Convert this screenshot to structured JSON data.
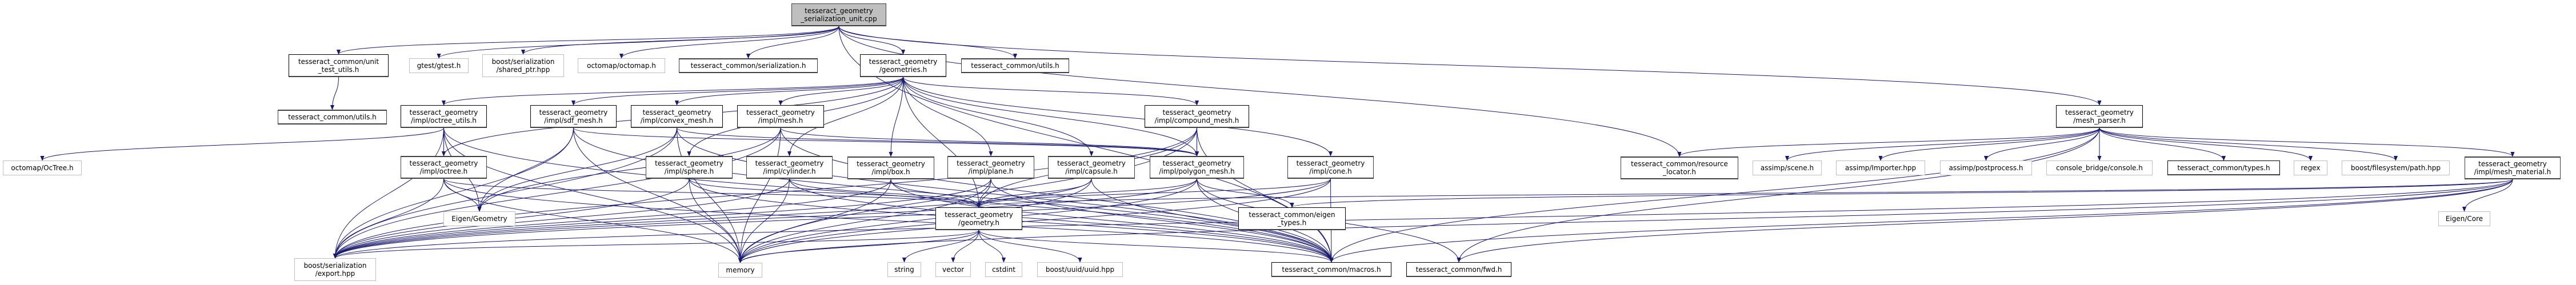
{
  "graph": {
    "edge_color": "#191970",
    "root_fill": "#bfbfbf",
    "nodes": [
      {
        "id": "root",
        "lines": [
          "tesseract_geometry",
          "_serialization_unit.cpp"
        ],
        "kind": "root"
      },
      {
        "id": "unit_test_utils",
        "lines": [
          "tesseract_common/unit",
          "_test_utils.h"
        ],
        "kind": "documented"
      },
      {
        "id": "gtest",
        "lines": [
          "gtest/gtest.h"
        ],
        "kind": "external"
      },
      {
        "id": "shared_ptr",
        "lines": [
          "boost/serialization",
          "/shared_ptr.hpp"
        ],
        "kind": "external"
      },
      {
        "id": "octomap",
        "lines": [
          "octomap/octomap.h"
        ],
        "kind": "external"
      },
      {
        "id": "serialization",
        "lines": [
          "tesseract_common/serialization.h"
        ],
        "kind": "truncated"
      },
      {
        "id": "geometries",
        "lines": [
          "tesseract_geometry",
          "/geometries.h"
        ],
        "kind": "documented"
      },
      {
        "id": "utils2",
        "lines": [
          "tesseract_common/utils.h"
        ],
        "kind": "truncated"
      },
      {
        "id": "utils1",
        "lines": [
          "tesseract_common/utils.h"
        ],
        "kind": "truncated"
      },
      {
        "id": "octree_utils",
        "lines": [
          "tesseract_geometry",
          "/impl/octree_utils.h"
        ],
        "kind": "documented"
      },
      {
        "id": "sdf_mesh",
        "lines": [
          "tesseract_geometry",
          "/impl/sdf_mesh.h"
        ],
        "kind": "documented"
      },
      {
        "id": "convex_mesh",
        "lines": [
          "tesseract_geometry",
          "/impl/convex_mesh.h"
        ],
        "kind": "documented"
      },
      {
        "id": "mesh",
        "lines": [
          "tesseract_geometry",
          "/impl/mesh.h"
        ],
        "kind": "documented"
      },
      {
        "id": "compound_mesh",
        "lines": [
          "tesseract_geometry",
          "/impl/compound_mesh.h"
        ],
        "kind": "documented"
      },
      {
        "id": "mesh_parser",
        "lines": [
          "tesseract_geometry",
          "/mesh_parser.h"
        ],
        "kind": "documented"
      },
      {
        "id": "OcTree",
        "lines": [
          "octomap/OcTree.h"
        ],
        "kind": "external"
      },
      {
        "id": "octree",
        "lines": [
          "tesseract_geometry",
          "/impl/octree.h"
        ],
        "kind": "truncated"
      },
      {
        "id": "sphere",
        "lines": [
          "tesseract_geometry",
          "/impl/sphere.h"
        ],
        "kind": "truncated"
      },
      {
        "id": "cylinder",
        "lines": [
          "tesseract_geometry",
          "/impl/cylinder.h"
        ],
        "kind": "truncated"
      },
      {
        "id": "box",
        "lines": [
          "tesseract_geometry",
          "/impl/box.h"
        ],
        "kind": "truncated"
      },
      {
        "id": "plane",
        "lines": [
          "tesseract_geometry",
          "/impl/plane.h"
        ],
        "kind": "truncated"
      },
      {
        "id": "capsule",
        "lines": [
          "tesseract_geometry",
          "/impl/capsule.h"
        ],
        "kind": "truncated"
      },
      {
        "id": "polygon_mesh",
        "lines": [
          "tesseract_geometry",
          "/impl/polygon_mesh.h"
        ],
        "kind": "truncated"
      },
      {
        "id": "cone",
        "lines": [
          "tesseract_geometry",
          "/impl/cone.h"
        ],
        "kind": "truncated"
      },
      {
        "id": "resource_locator",
        "lines": [
          "tesseract_common/resource",
          "_locator.h"
        ],
        "kind": "truncated"
      },
      {
        "id": "assimp_scene",
        "lines": [
          "assimp/scene.h"
        ],
        "kind": "external"
      },
      {
        "id": "importer",
        "lines": [
          "assimp/Importer.hpp"
        ],
        "kind": "external"
      },
      {
        "id": "postprocess",
        "lines": [
          "assimp/postprocess.h"
        ],
        "kind": "external"
      },
      {
        "id": "console",
        "lines": [
          "console_bridge/console.h"
        ],
        "kind": "external"
      },
      {
        "id": "types",
        "lines": [
          "tesseract_common/types.h"
        ],
        "kind": "documented"
      },
      {
        "id": "regex",
        "lines": [
          "regex"
        ],
        "kind": "external"
      },
      {
        "id": "path",
        "lines": [
          "boost/filesystem/path.hpp"
        ],
        "kind": "external"
      },
      {
        "id": "mesh_material",
        "lines": [
          "tesseract_geometry",
          "/impl/mesh_material.h"
        ],
        "kind": "truncated"
      },
      {
        "id": "geometry",
        "lines": [
          "tesseract_geometry",
          "/geometry.h"
        ],
        "kind": "documented"
      },
      {
        "id": "eigen_types",
        "lines": [
          "tesseract_common/eigen",
          "_types.h"
        ],
        "kind": "documented"
      },
      {
        "id": "Eigen_Geometry",
        "lines": [
          "Eigen/Geometry"
        ],
        "kind": "external"
      },
      {
        "id": "Eigen_Core",
        "lines": [
          "Eigen/Core"
        ],
        "kind": "external"
      },
      {
        "id": "export",
        "lines": [
          "boost/serialization",
          "/export.hpp"
        ],
        "kind": "external"
      },
      {
        "id": "memory",
        "lines": [
          "memory"
        ],
        "kind": "external"
      },
      {
        "id": "string",
        "lines": [
          "string"
        ],
        "kind": "external"
      },
      {
        "id": "vector",
        "lines": [
          "vector"
        ],
        "kind": "external"
      },
      {
        "id": "cstdint",
        "lines": [
          "cstdint"
        ],
        "kind": "external"
      },
      {
        "id": "uuid",
        "lines": [
          "boost/uuid/uuid.hpp"
        ],
        "kind": "external"
      },
      {
        "id": "macros",
        "lines": [
          "tesseract_common/macros.h"
        ],
        "kind": "documented"
      },
      {
        "id": "fwd",
        "lines": [
          "tesseract_common/fwd.h"
        ],
        "kind": "documented"
      }
    ],
    "edges": [
      [
        "root",
        "unit_test_utils"
      ],
      [
        "root",
        "gtest"
      ],
      [
        "root",
        "shared_ptr"
      ],
      [
        "root",
        "octomap"
      ],
      [
        "root",
        "serialization"
      ],
      [
        "root",
        "geometries"
      ],
      [
        "root",
        "utils2"
      ],
      [
        "root",
        "mesh_parser"
      ],
      [
        "root",
        "resource_locator"
      ],
      [
        "root",
        "macros"
      ],
      [
        "unit_test_utils",
        "utils1"
      ],
      [
        "geometries",
        "octree_utils"
      ],
      [
        "geometries",
        "sdf_mesh"
      ],
      [
        "geometries",
        "convex_mesh"
      ],
      [
        "geometries",
        "mesh"
      ],
      [
        "geometries",
        "compound_mesh"
      ],
      [
        "geometries",
        "octree"
      ],
      [
        "geometries",
        "sphere"
      ],
      [
        "geometries",
        "cylinder"
      ],
      [
        "geometries",
        "box"
      ],
      [
        "geometries",
        "plane"
      ],
      [
        "geometries",
        "capsule"
      ],
      [
        "geometries",
        "polygon_mesh"
      ],
      [
        "geometries",
        "cone"
      ],
      [
        "geometries",
        "geometry"
      ],
      [
        "octree_utils",
        "octree"
      ],
      [
        "octree_utils",
        "OcTree"
      ],
      [
        "octree_utils",
        "export"
      ],
      [
        "octree_utils",
        "memory"
      ],
      [
        "octree_utils",
        "macros"
      ],
      [
        "octree_utils",
        "Eigen_Geometry"
      ],
      [
        "sdf_mesh",
        "polygon_mesh"
      ],
      [
        "sdf_mesh",
        "export"
      ],
      [
        "sdf_mesh",
        "memory"
      ],
      [
        "sdf_mesh",
        "macros"
      ],
      [
        "sdf_mesh",
        "Eigen_Geometry"
      ],
      [
        "convex_mesh",
        "polygon_mesh"
      ],
      [
        "convex_mesh",
        "export"
      ],
      [
        "convex_mesh",
        "memory"
      ],
      [
        "convex_mesh",
        "macros"
      ],
      [
        "convex_mesh",
        "Eigen_Geometry"
      ],
      [
        "mesh",
        "polygon_mesh"
      ],
      [
        "mesh",
        "export"
      ],
      [
        "mesh",
        "memory"
      ],
      [
        "mesh",
        "macros"
      ],
      [
        "mesh",
        "Eigen_Geometry"
      ],
      [
        "compound_mesh",
        "polygon_mesh"
      ],
      [
        "compound_mesh",
        "export"
      ],
      [
        "compound_mesh",
        "memory"
      ],
      [
        "compound_mesh",
        "macros"
      ],
      [
        "compound_mesh",
        "geometry"
      ],
      [
        "octree",
        "geometry"
      ],
      [
        "octree",
        "Eigen_Geometry"
      ],
      [
        "octree",
        "export"
      ],
      [
        "octree",
        "memory"
      ],
      [
        "octree",
        "macros"
      ],
      [
        "sphere",
        "geometry"
      ],
      [
        "sphere",
        "export"
      ],
      [
        "sphere",
        "memory"
      ],
      [
        "sphere",
        "macros"
      ],
      [
        "cylinder",
        "geometry"
      ],
      [
        "cylinder",
        "export"
      ],
      [
        "cylinder",
        "memory"
      ],
      [
        "cylinder",
        "macros"
      ],
      [
        "box",
        "geometry"
      ],
      [
        "box",
        "export"
      ],
      [
        "box",
        "memory"
      ],
      [
        "box",
        "macros"
      ],
      [
        "plane",
        "geometry"
      ],
      [
        "plane",
        "export"
      ],
      [
        "plane",
        "memory"
      ],
      [
        "plane",
        "macros"
      ],
      [
        "capsule",
        "geometry"
      ],
      [
        "capsule",
        "export"
      ],
      [
        "capsule",
        "memory"
      ],
      [
        "capsule",
        "macros"
      ],
      [
        "cone",
        "geometry"
      ],
      [
        "cone",
        "export"
      ],
      [
        "cone",
        "memory"
      ],
      [
        "cone",
        "macros"
      ],
      [
        "polygon_mesh",
        "geometry"
      ],
      [
        "polygon_mesh",
        "eigen_types"
      ],
      [
        "polygon_mesh",
        "macros"
      ],
      [
        "polygon_mesh",
        "fwd"
      ],
      [
        "polygon_mesh",
        "export"
      ],
      [
        "polygon_mesh",
        "memory"
      ],
      [
        "mesh_parser",
        "resource_locator"
      ],
      [
        "mesh_parser",
        "assimp_scene"
      ],
      [
        "mesh_parser",
        "importer"
      ],
      [
        "mesh_parser",
        "postprocess"
      ],
      [
        "mesh_parser",
        "console"
      ],
      [
        "mesh_parser",
        "types"
      ],
      [
        "mesh_parser",
        "regex"
      ],
      [
        "mesh_parser",
        "path"
      ],
      [
        "mesh_parser",
        "mesh_material"
      ],
      [
        "mesh_parser",
        "macros"
      ],
      [
        "mesh_parser",
        "fwd"
      ],
      [
        "mesh_material",
        "Eigen_Core"
      ],
      [
        "mesh_material",
        "eigen_types"
      ],
      [
        "mesh_material",
        "macros"
      ],
      [
        "mesh_material",
        "fwd"
      ],
      [
        "mesh_material",
        "memory"
      ],
      [
        "mesh_material",
        "export"
      ],
      [
        "mesh_material",
        "geometry"
      ],
      [
        "geometry",
        "string"
      ],
      [
        "geometry",
        "vector"
      ],
      [
        "geometry",
        "cstdint"
      ],
      [
        "geometry",
        "uuid"
      ],
      [
        "geometry",
        "memory"
      ],
      [
        "geometry",
        "export"
      ],
      [
        "geometry",
        "macros"
      ]
    ]
  }
}
